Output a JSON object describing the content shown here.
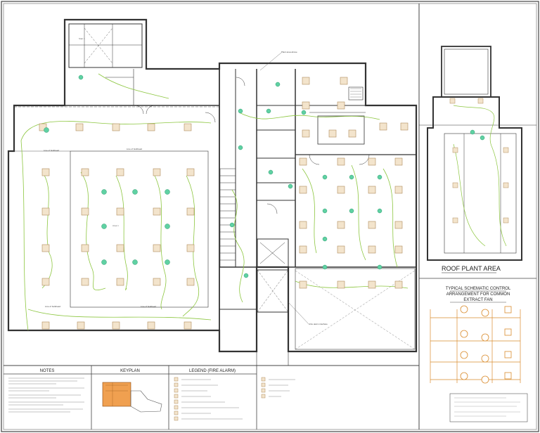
{
  "roof_plant_area": {
    "title": "ROOF PLANT AREA"
  },
  "schematic": {
    "title_line1": "TYPICAL SCHEMATIC CONTROL",
    "title_line2": "ARRANGEMENT FOR COMMON",
    "title_line3": "EXTRACT FAN"
  },
  "panels": {
    "notes_title": "NOTES",
    "keyplan_title": "KEYPLAN",
    "legend_title": "LEGEND (FIRE ALARM)"
  },
  "plan_labels": {
    "roof_plant_area_notes": "ROOF PLANT AREA",
    "line_of_bulkhead": "Line of bulkhead",
    "plant_area_above": "Plant area above",
    "fire_alarm_interface": "Fire alarm interface"
  },
  "colors": {
    "line": "#333333",
    "circuit": "#8cc63f",
    "device": "#5fd1a3",
    "fixture": "#e8c9a0",
    "keyplan_fill": "#f0a050",
    "accent": "#d98c2e"
  }
}
